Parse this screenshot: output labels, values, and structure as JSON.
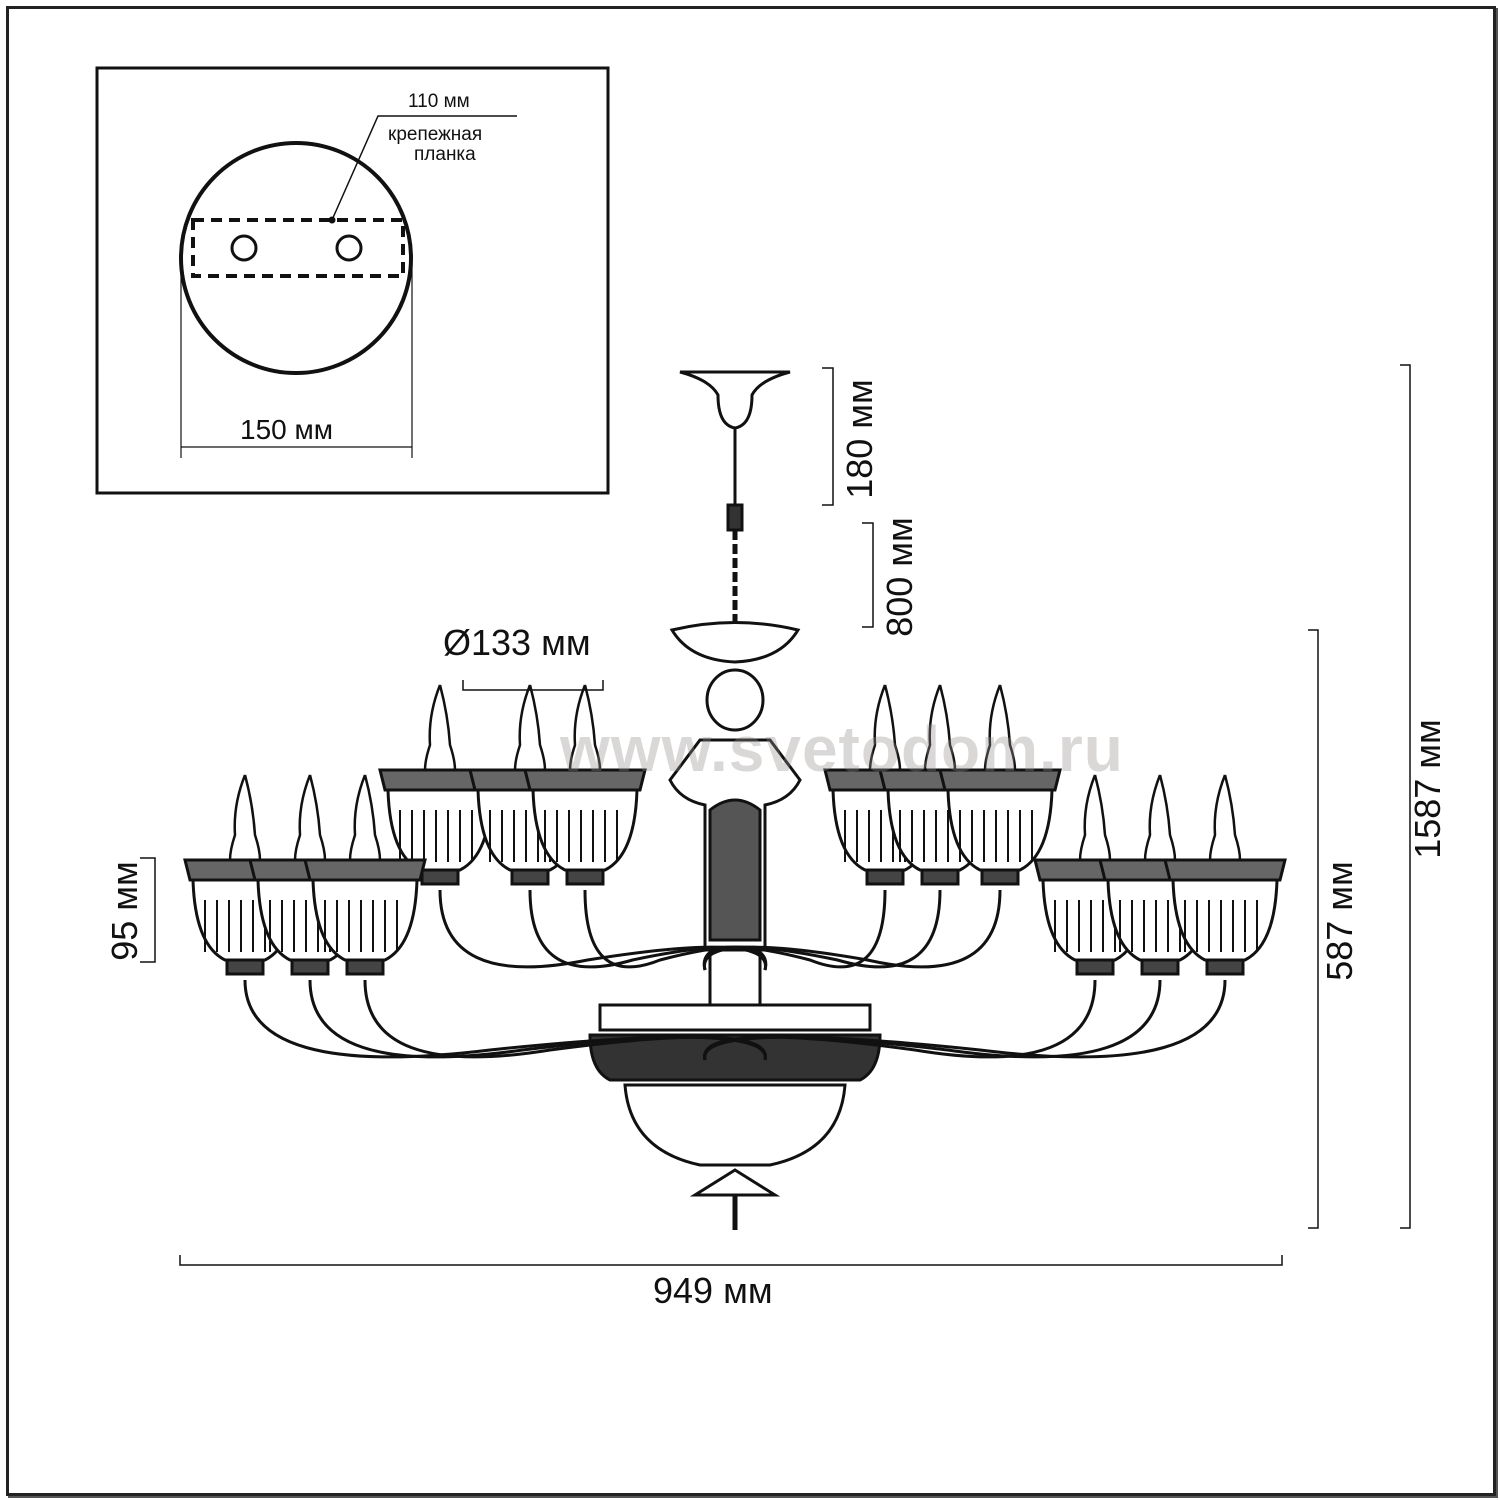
{
  "mounting_plate_inset": {
    "plate_width_label": "110 мм",
    "plate_name_line1": "крепежная",
    "plate_name_line2": "планка",
    "canopy_diameter_label": "150 мм"
  },
  "dimensions": {
    "canopy_height": "180 мм",
    "chain_length": "800 мм",
    "shade_diameter": "Ø133 мм",
    "shade_height": "95 мм",
    "body_height": "587 мм",
    "total_height": "1587 мм",
    "total_width": "949 мм"
  },
  "watermark": "www.svetodom.ru",
  "colors": {
    "line": "#111111",
    "watermark": "#968c8c"
  }
}
